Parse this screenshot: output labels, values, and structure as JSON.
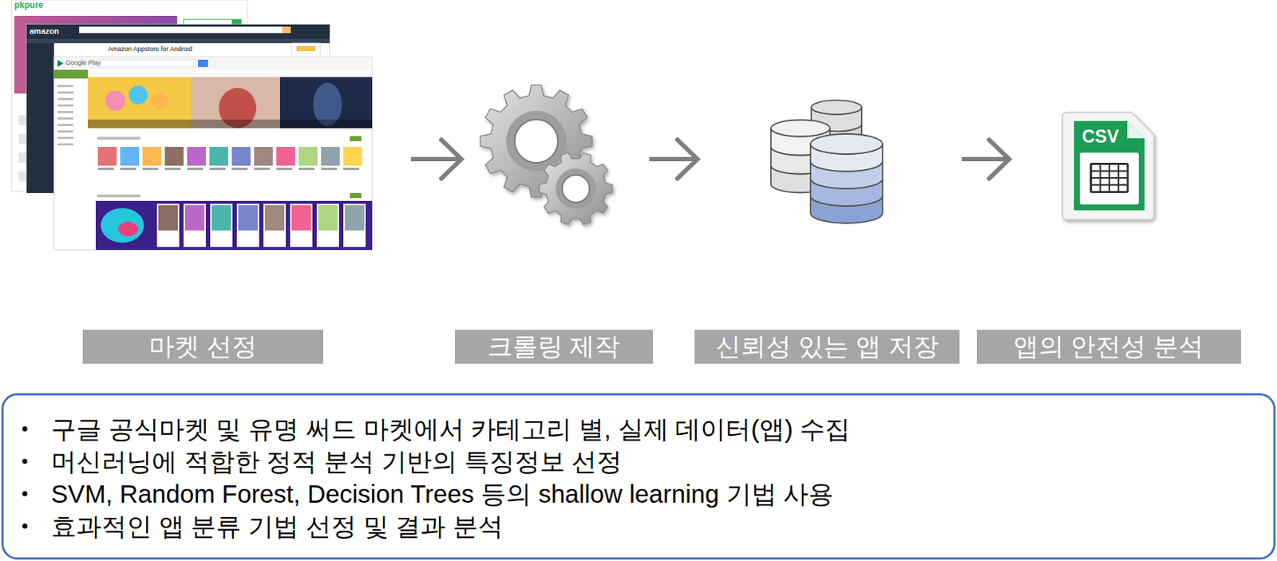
{
  "diagram": {
    "nodes": [
      {
        "text": [
          "마켓 선정"
        ]
      },
      {
        "text": [
          "크롤링 제작"
        ]
      },
      {
        "text": [
          "신뢰성 있는 앱 저장"
        ]
      },
      {
        "text": [
          "앱의 안전성 분석"
        ]
      },
      {
        "text": [
          "구글 공식마켓 및 유명 써드 마켓에서 카테고리 별, 실제 데이터(앱) 수집",
          "머신러닝에 적합한 정적 분석 기반의 특징정보 선정",
          "SVM, Random Forest, Decision Trees 등의 shallow learning 기법 사용",
          "효과적인 앱 분류 기법 선정 및 결과 분석"
        ]
      }
    ],
    "labels": [
      "pkpure",
      "amazon",
      "Amazon Appstore for Android",
      "Google Play",
      "CSV"
    ]
  }
}
